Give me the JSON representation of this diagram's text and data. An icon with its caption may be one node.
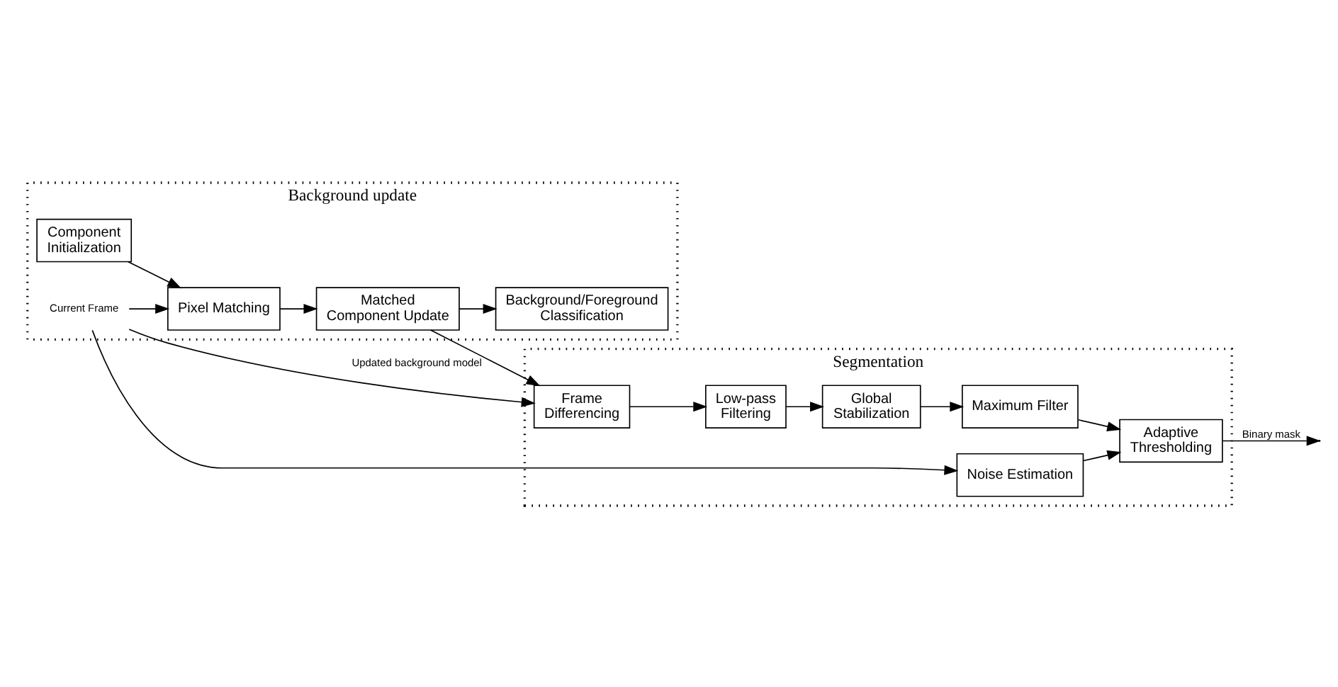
{
  "diagram": {
    "nodes": [
      {
        "text": [
          "Background update"
        ]
      },
      {
        "text": [
          "Component Initialization"
        ],
        "in": 0
      },
      {
        "text": [
          "Current Frame"
        ],
        "in": 0
      },
      {
        "text": [
          "Pixel Matching"
        ],
        "in": 0
      },
      {
        "text": [
          "Matched Component Update"
        ],
        "in": 0
      },
      {
        "text": [
          "Background/Foreground Classification"
        ],
        "in": 0
      },
      {
        "text": [
          "Segmentation"
        ]
      },
      {
        "text": [
          "Frame Differencing"
        ],
        "in": 6
      },
      {
        "text": [
          "Low-pass Filtering"
        ],
        "in": 6
      },
      {
        "text": [
          "Global Stabilization"
        ],
        "in": 6
      },
      {
        "text": [
          "Maximum Filter"
        ],
        "in": 6
      },
      {
        "text": [
          "Noise Estimation"
        ],
        "in": 6
      },
      {
        "text": [
          "Adaptive Thresholding"
        ],
        "in": 6
      }
    ],
    "edges": [
      {
        "from": 1,
        "to": 3,
        "arrow": "to"
      },
      {
        "from": 2,
        "to": 3,
        "arrow": "to"
      },
      {
        "from": 2,
        "to": 7,
        "arrow": "to"
      },
      {
        "from": 2,
        "to": 11,
        "arrow": "to"
      },
      {
        "from": 3,
        "to": 4,
        "arrow": "to"
      },
      {
        "from": 4,
        "to": 5,
        "arrow": "to"
      },
      {
        "from": 4,
        "to": 7,
        "arrow": "to",
        "label": "Updated background model"
      },
      {
        "from": 7,
        "to": 8,
        "arrow": "to"
      },
      {
        "from": 8,
        "to": 9,
        "arrow": "to"
      },
      {
        "from": 9,
        "to": 10,
        "arrow": "to"
      },
      {
        "from": 10,
        "to": 12,
        "arrow": "to"
      },
      {
        "from": 11,
        "to": 12,
        "arrow": "to"
      },
      {
        "from": 12,
        "to": null,
        "arrow": "to",
        "label": "Binary mask"
      }
    ]
  }
}
